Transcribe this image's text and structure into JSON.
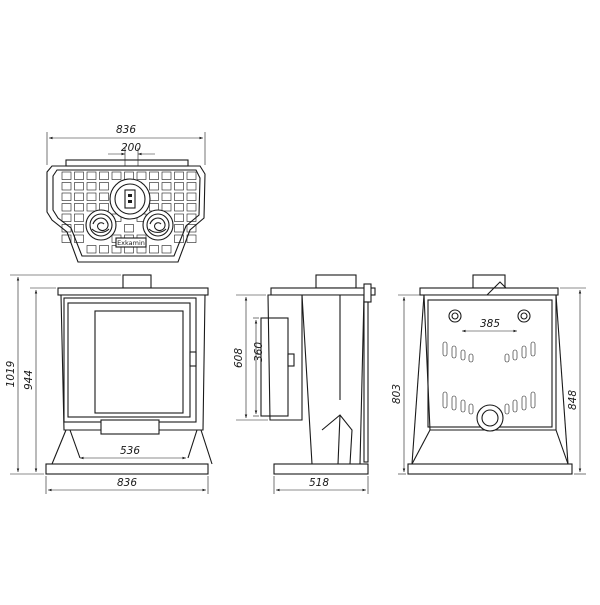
{
  "drawing": {
    "top_view": {
      "width_label": "836",
      "flue_spacing_label": "200",
      "brand_text": "Exkamin"
    },
    "front_view": {
      "overall_height_label": "1019",
      "body_height_label": "944",
      "door_width_label": "536",
      "base_width_label": "836"
    },
    "side_view": {
      "door_height_label": "608",
      "glass_height_label": "360",
      "depth_label": "518"
    },
    "rear_view": {
      "connection_spacing_label": "385",
      "outlet_height_label": "803",
      "overall_height_label": "848"
    }
  }
}
